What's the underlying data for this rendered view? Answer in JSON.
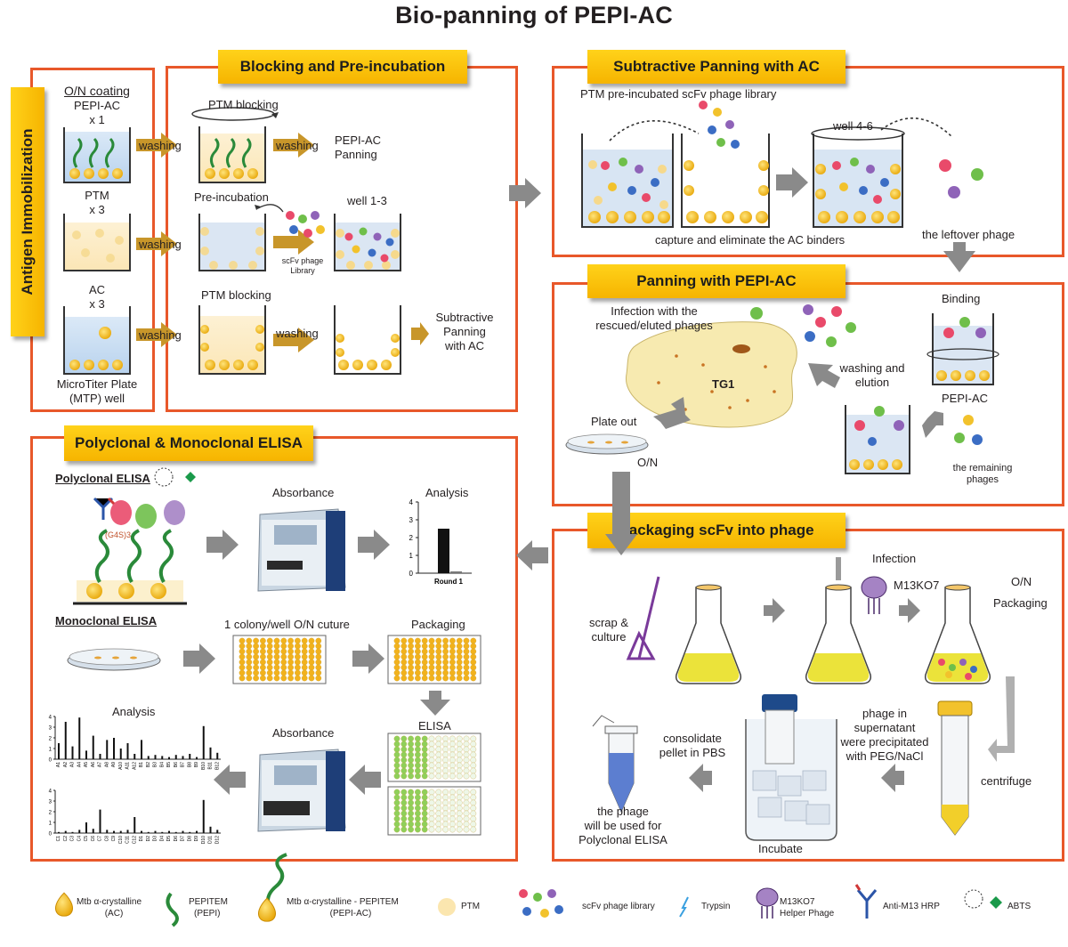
{
  "title": "Bio-panning of PEPI-AC",
  "antigen": {
    "banner": "Antigen Immobilization",
    "coating": "O/N coating",
    "well1_name": "PEPI-AC",
    "well1_count": "x 1",
    "well2_name": "PTM",
    "well2_count": "x 3",
    "well3_name": "AC",
    "well3_count": "x 3",
    "plate_line1": "MicroTiter Plate",
    "plate_line2": "(MTP) well"
  },
  "blocking": {
    "banner": "Blocking and Pre-incubation",
    "washing": "washing",
    "ptm_blocking": "PTM blocking",
    "panning_line1": "PEPI-AC",
    "panning_line2": "Panning",
    "preincubation": "Pre-incubation",
    "well13": "well 1-3",
    "library_line1": "scFv phage",
    "library_line2": "Library",
    "ptm_blocking2": "PTM blocking",
    "subtractive_line1": "Subtractive",
    "subtractive_line2": "Panning",
    "subtractive_line3": "with AC"
  },
  "subtractive": {
    "banner": "Subtractive Panning with AC",
    "library": "PTM pre-incubated scFv phage library",
    "well46": "well 4-6",
    "capture": "capture and eliminate the AC binders",
    "leftover": "the leftover phage"
  },
  "panning": {
    "banner": "Panning with PEPI-AC",
    "infection_line1": "Infection with the",
    "infection_line2": "rescued/eluted phages",
    "tg1": "TG1",
    "plateout": "Plate out",
    "on": "O/N",
    "binding": "Binding",
    "washing_line1": "washing and",
    "washing_line2": "elution",
    "pepiac": "PEPI-AC",
    "remaining_line1": "the remaining",
    "remaining_line2": "phages"
  },
  "elisa": {
    "banner": "Polyclonal & Monoclonal ELISA",
    "poly": "Polyclonal ELISA",
    "absorbance": "Absorbance",
    "analysis": "Analysis",
    "linker": "(G4S)3",
    "round1": "Round 1",
    "mono": "Monoclonal ELISA",
    "colony": "1 colony/well O/N cuture",
    "packaging": "Packaging",
    "elisa": "ELISA",
    "absorbance2": "Absorbance",
    "analysis2": "Analysis"
  },
  "packaging": {
    "banner": "Packaging scFv into phage",
    "infection": "Infection",
    "m13": "M13KO7",
    "on": "O/N",
    "packaging": "Packaging",
    "scrap_line1": "scrap &",
    "scrap_line2": "culture",
    "consolidate_line1": "consolidate",
    "consolidate_line2": "pellet in PBS",
    "phage_line1": "phage in",
    "phage_line2": "supernatant",
    "phage_line3": "were precipitated",
    "phage_line4": "with PEG/NaCl",
    "centrifuge": "centrifuge",
    "incubate": "Incubate",
    "used_line1": "the phage",
    "used_line2": "will be used for",
    "used_line3": "Polyclonal ELISA"
  },
  "legend": {
    "ac_line1": "Mtb α-crystalline",
    "ac_line2": "(AC)",
    "pepi_line1": "PEPITEM",
    "pepi_line2": "(PEPI)",
    "pepiac_line1": "Mtb α-crystalline - PEPITEM",
    "pepiac_line2": "(PEPI-AC)",
    "ptm": "PTM",
    "library": "scFv phage library",
    "trypsin": "Trypsin",
    "helper_line1": "M13KO7",
    "helper_line2": "Helper Phage",
    "antim13": "Anti-M13 HRP",
    "abts": "ABTS"
  },
  "chart_data": [
    {
      "type": "bar",
      "title": "",
      "categories": [
        "Round 1"
      ],
      "series": [
        {
          "values": [
            2.5
          ]
        },
        {
          "values": [
            0.1
          ]
        }
      ],
      "ylim": [
        0,
        4
      ],
      "yticks": [
        0,
        1,
        2,
        3,
        4
      ]
    },
    {
      "type": "bar",
      "title": "",
      "categories": [
        "A1",
        "A2",
        "A3",
        "A4",
        "A5",
        "A6",
        "A7",
        "A8",
        "A9",
        "A10",
        "A11",
        "A12",
        "B1",
        "B2",
        "B3",
        "B4",
        "B5",
        "B6",
        "B7",
        "B8",
        "B9",
        "B10",
        "B11",
        "B12"
      ],
      "values": [
        1.5,
        3.5,
        1.2,
        3.9,
        0.8,
        2.2,
        0.5,
        1.8,
        2.0,
        1.0,
        1.5,
        0.5,
        1.8,
        0.3,
        0.4,
        0.3,
        0.2,
        0.4,
        0.3,
        0.5,
        0.2,
        3.1,
        1.1,
        0.6
      ],
      "ylim": [
        0,
        4
      ],
      "yticks": [
        0,
        1,
        2,
        3,
        4
      ]
    },
    {
      "type": "bar",
      "title": "",
      "categories": [
        "C1",
        "C2",
        "C3",
        "C4",
        "C5",
        "C6",
        "C7",
        "C8",
        "C9",
        "C10",
        "C11",
        "C12",
        "D1",
        "D2",
        "D3",
        "D4",
        "D5",
        "D6",
        "D7",
        "D8",
        "D9",
        "D10",
        "D11",
        "D12"
      ],
      "values": [
        0.1,
        0.2,
        0.1,
        0.3,
        1.0,
        0.4,
        2.2,
        0.3,
        0.2,
        0.2,
        0.3,
        1.5,
        0.2,
        0.1,
        0.2,
        0.1,
        0.2,
        0.1,
        0.2,
        0.1,
        0.2,
        3.1,
        0.6,
        0.3
      ],
      "ylim": [
        0,
        4
      ],
      "yticks": [
        0,
        1,
        2,
        3,
        4
      ]
    }
  ]
}
